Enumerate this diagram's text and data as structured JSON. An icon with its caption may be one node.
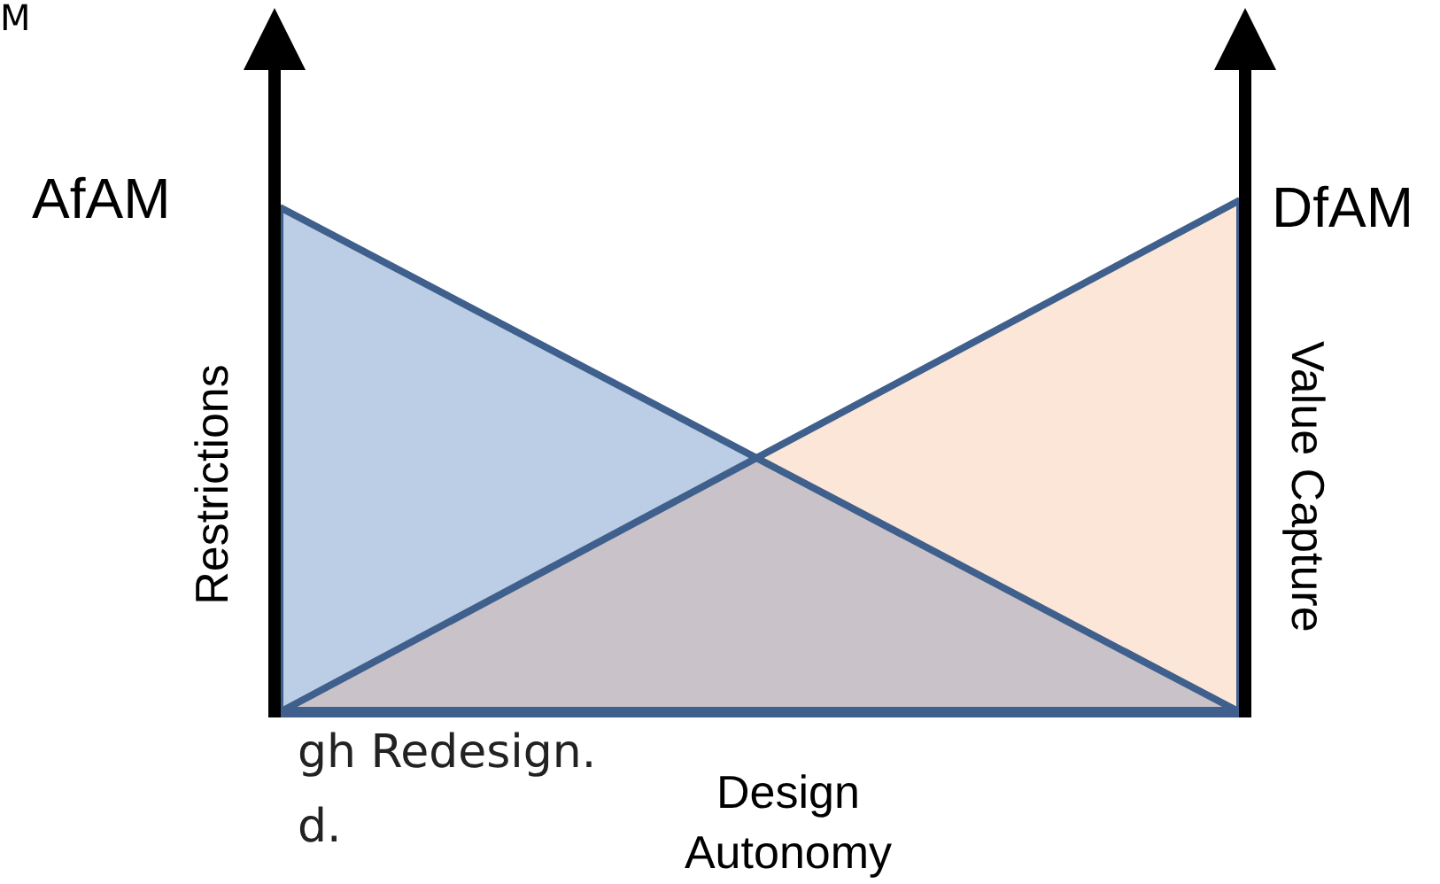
{
  "diagram": {
    "labels": [
      "M",
      "AfAM",
      "DfAM",
      "Restrictions",
      "Value Capture",
      "gh Redesign.",
      "d.",
      "Design Autonomy"
    ]
  }
}
